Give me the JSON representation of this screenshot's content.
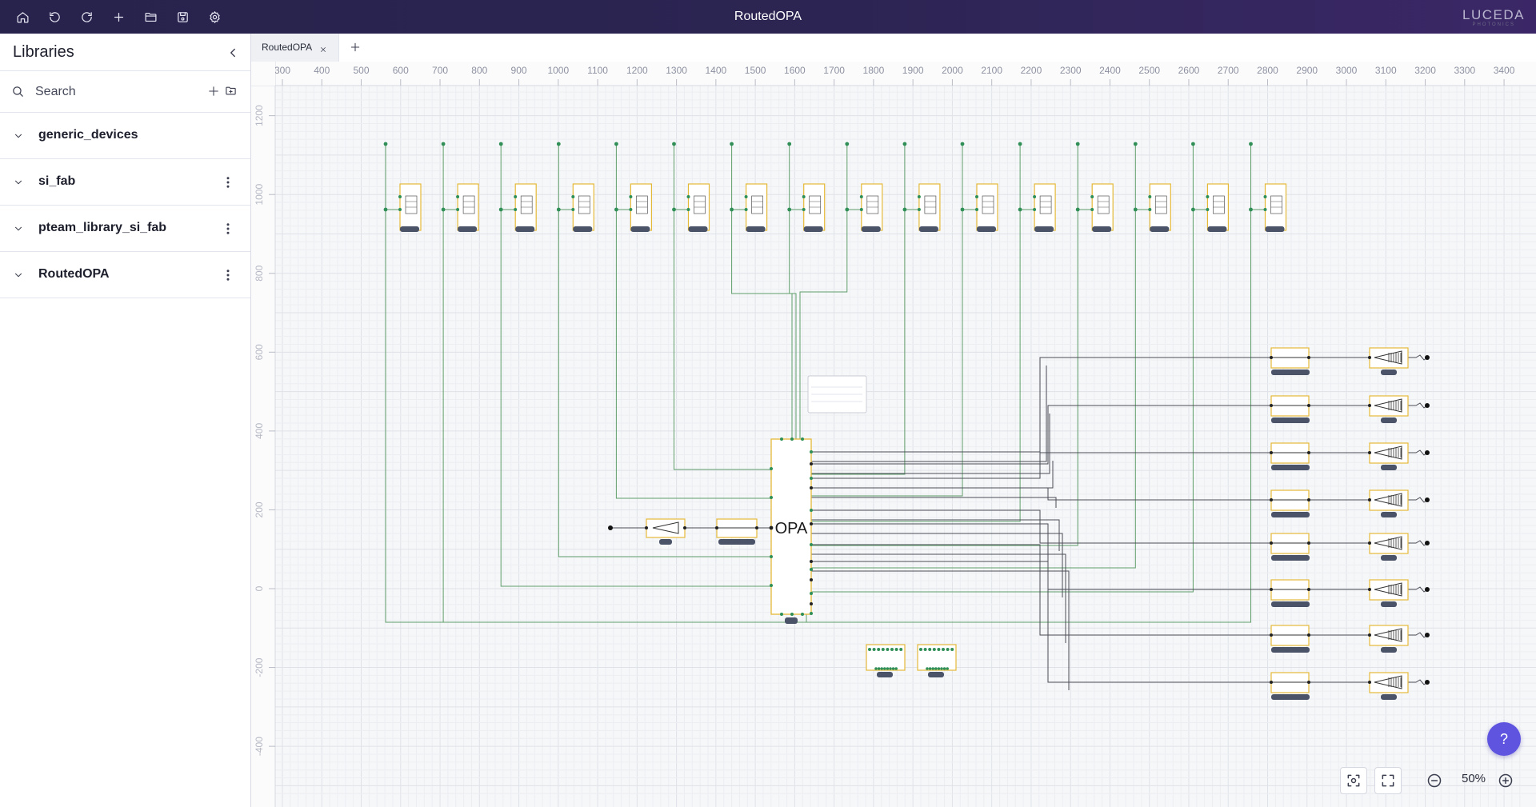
{
  "app": {
    "title": "RoutedOPA",
    "logo": "LUCEDA",
    "logo_sub": "PHOTONICS",
    "accent": "#5e54e0",
    "topbar_bg": "#2c2553"
  },
  "toolbar": {
    "icons": [
      "home-icon",
      "undo-icon",
      "redo-icon",
      "plus-icon",
      "folder-icon",
      "save-icon",
      "gear-icon"
    ]
  },
  "sidebar": {
    "title": "Libraries",
    "search_placeholder": "Search",
    "libraries": [
      {
        "name": "generic_devices",
        "has_menu": false
      },
      {
        "name": "si_fab",
        "has_menu": true
      },
      {
        "name": "pteam_library_si_fab",
        "has_menu": true
      },
      {
        "name": "RoutedOPA",
        "has_menu": true
      }
    ]
  },
  "tabs": [
    {
      "label": "RoutedOPA"
    }
  ],
  "ruler": {
    "x_ticks": [
      300,
      400,
      500,
      600,
      700,
      800,
      900,
      1000,
      1100,
      1200,
      1300,
      1400,
      1500,
      1600,
      1700,
      1800,
      1900,
      2000,
      2100,
      2200,
      2300,
      2400,
      2500,
      2600,
      2700,
      2800,
      2900,
      3000,
      3100,
      3200,
      3300,
      3400
    ],
    "y_ticks": [
      1200,
      1000,
      800,
      600,
      400,
      200,
      0,
      -200,
      -400
    ]
  },
  "schematic": {
    "center_label": "OPA",
    "top_instances": 16,
    "right_rows": 8,
    "wire_color_green": "#5f9e6a",
    "wire_color_dark": "#4a4d55",
    "instance_border": "#e5b938",
    "node_color": "#2f8f56"
  },
  "zoom": {
    "level": "50%"
  },
  "help": {
    "label": "?"
  }
}
